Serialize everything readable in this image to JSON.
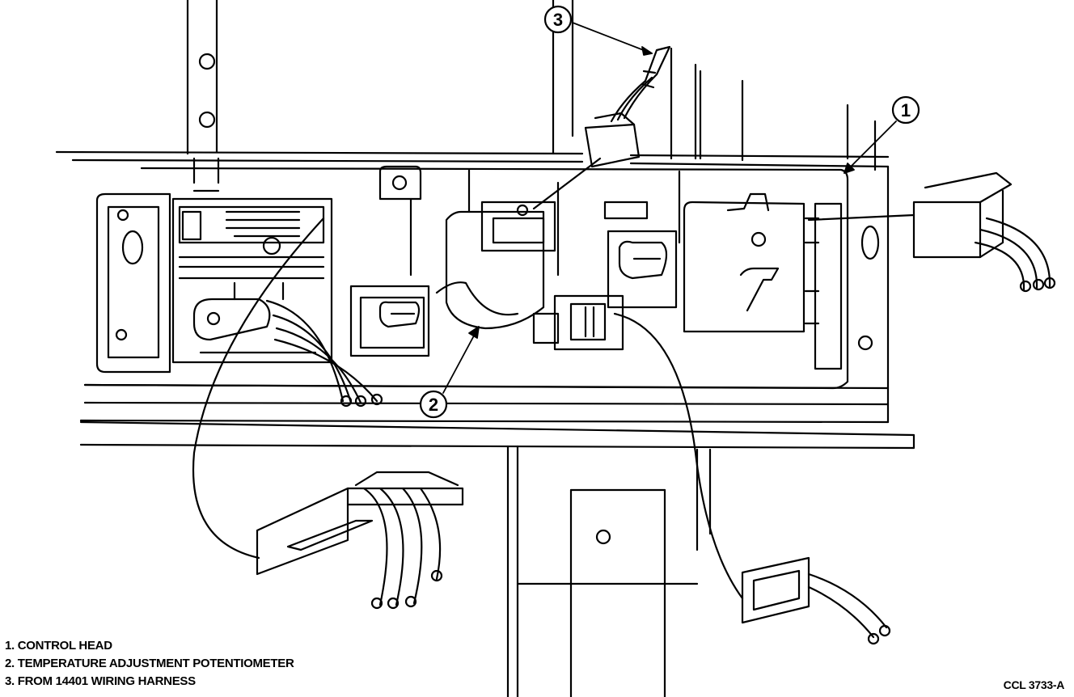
{
  "callouts": [
    {
      "number": "1",
      "target": "control head"
    },
    {
      "number": "2",
      "target": "temperature adjustment potentiometer"
    },
    {
      "number": "3",
      "target": "wiring harness connector"
    }
  ],
  "legend": [
    "1. CONTROL HEAD",
    "2. TEMPERATURE ADJUSTMENT POTENTIOMETER",
    "3. FROM 14401 WIRING HARNESS"
  ],
  "figure_id": "CCL 3733-A"
}
